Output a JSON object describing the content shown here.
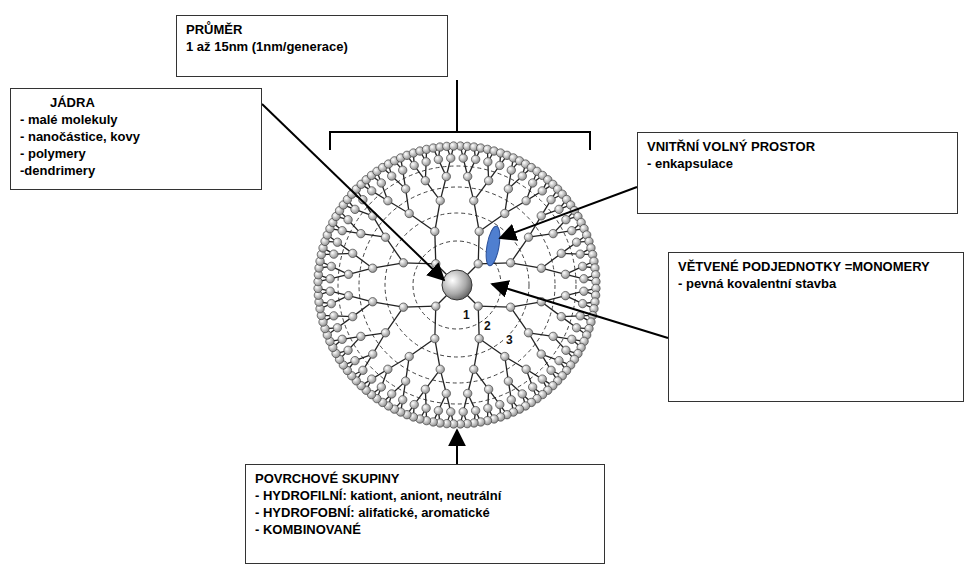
{
  "diagram": {
    "nodes": [
      {
        "text": [
          "PRŮMĚR",
          "1 až 15nm (1nm/generace)"
        ]
      },
      {
        "text": [
          "JÁDRA",
          "- malé molekuly",
          "- nanočástice, kovy",
          "- polymery",
          "-dendrimery"
        ]
      },
      {
        "text": [
          "VNITŘNÍ VOLNÝ PROSTOR",
          "- enkapsulace"
        ]
      },
      {
        "text": [
          "VĚTVENÉ PODJEDNOTKY =MONOMERY",
          "- pevná kovalentní stavba"
        ]
      },
      {
        "text": [
          "POVRCHOVÉ SKUPINY",
          "- HYDROFILNÍ: kationt, aniont, neutrální",
          "- HYDROFOBNÍ: alifatické, aromatické",
          "- KOMBINOVANÉ"
        ]
      }
    ],
    "labels": [
      "1",
      "2",
      "3"
    ]
  }
}
